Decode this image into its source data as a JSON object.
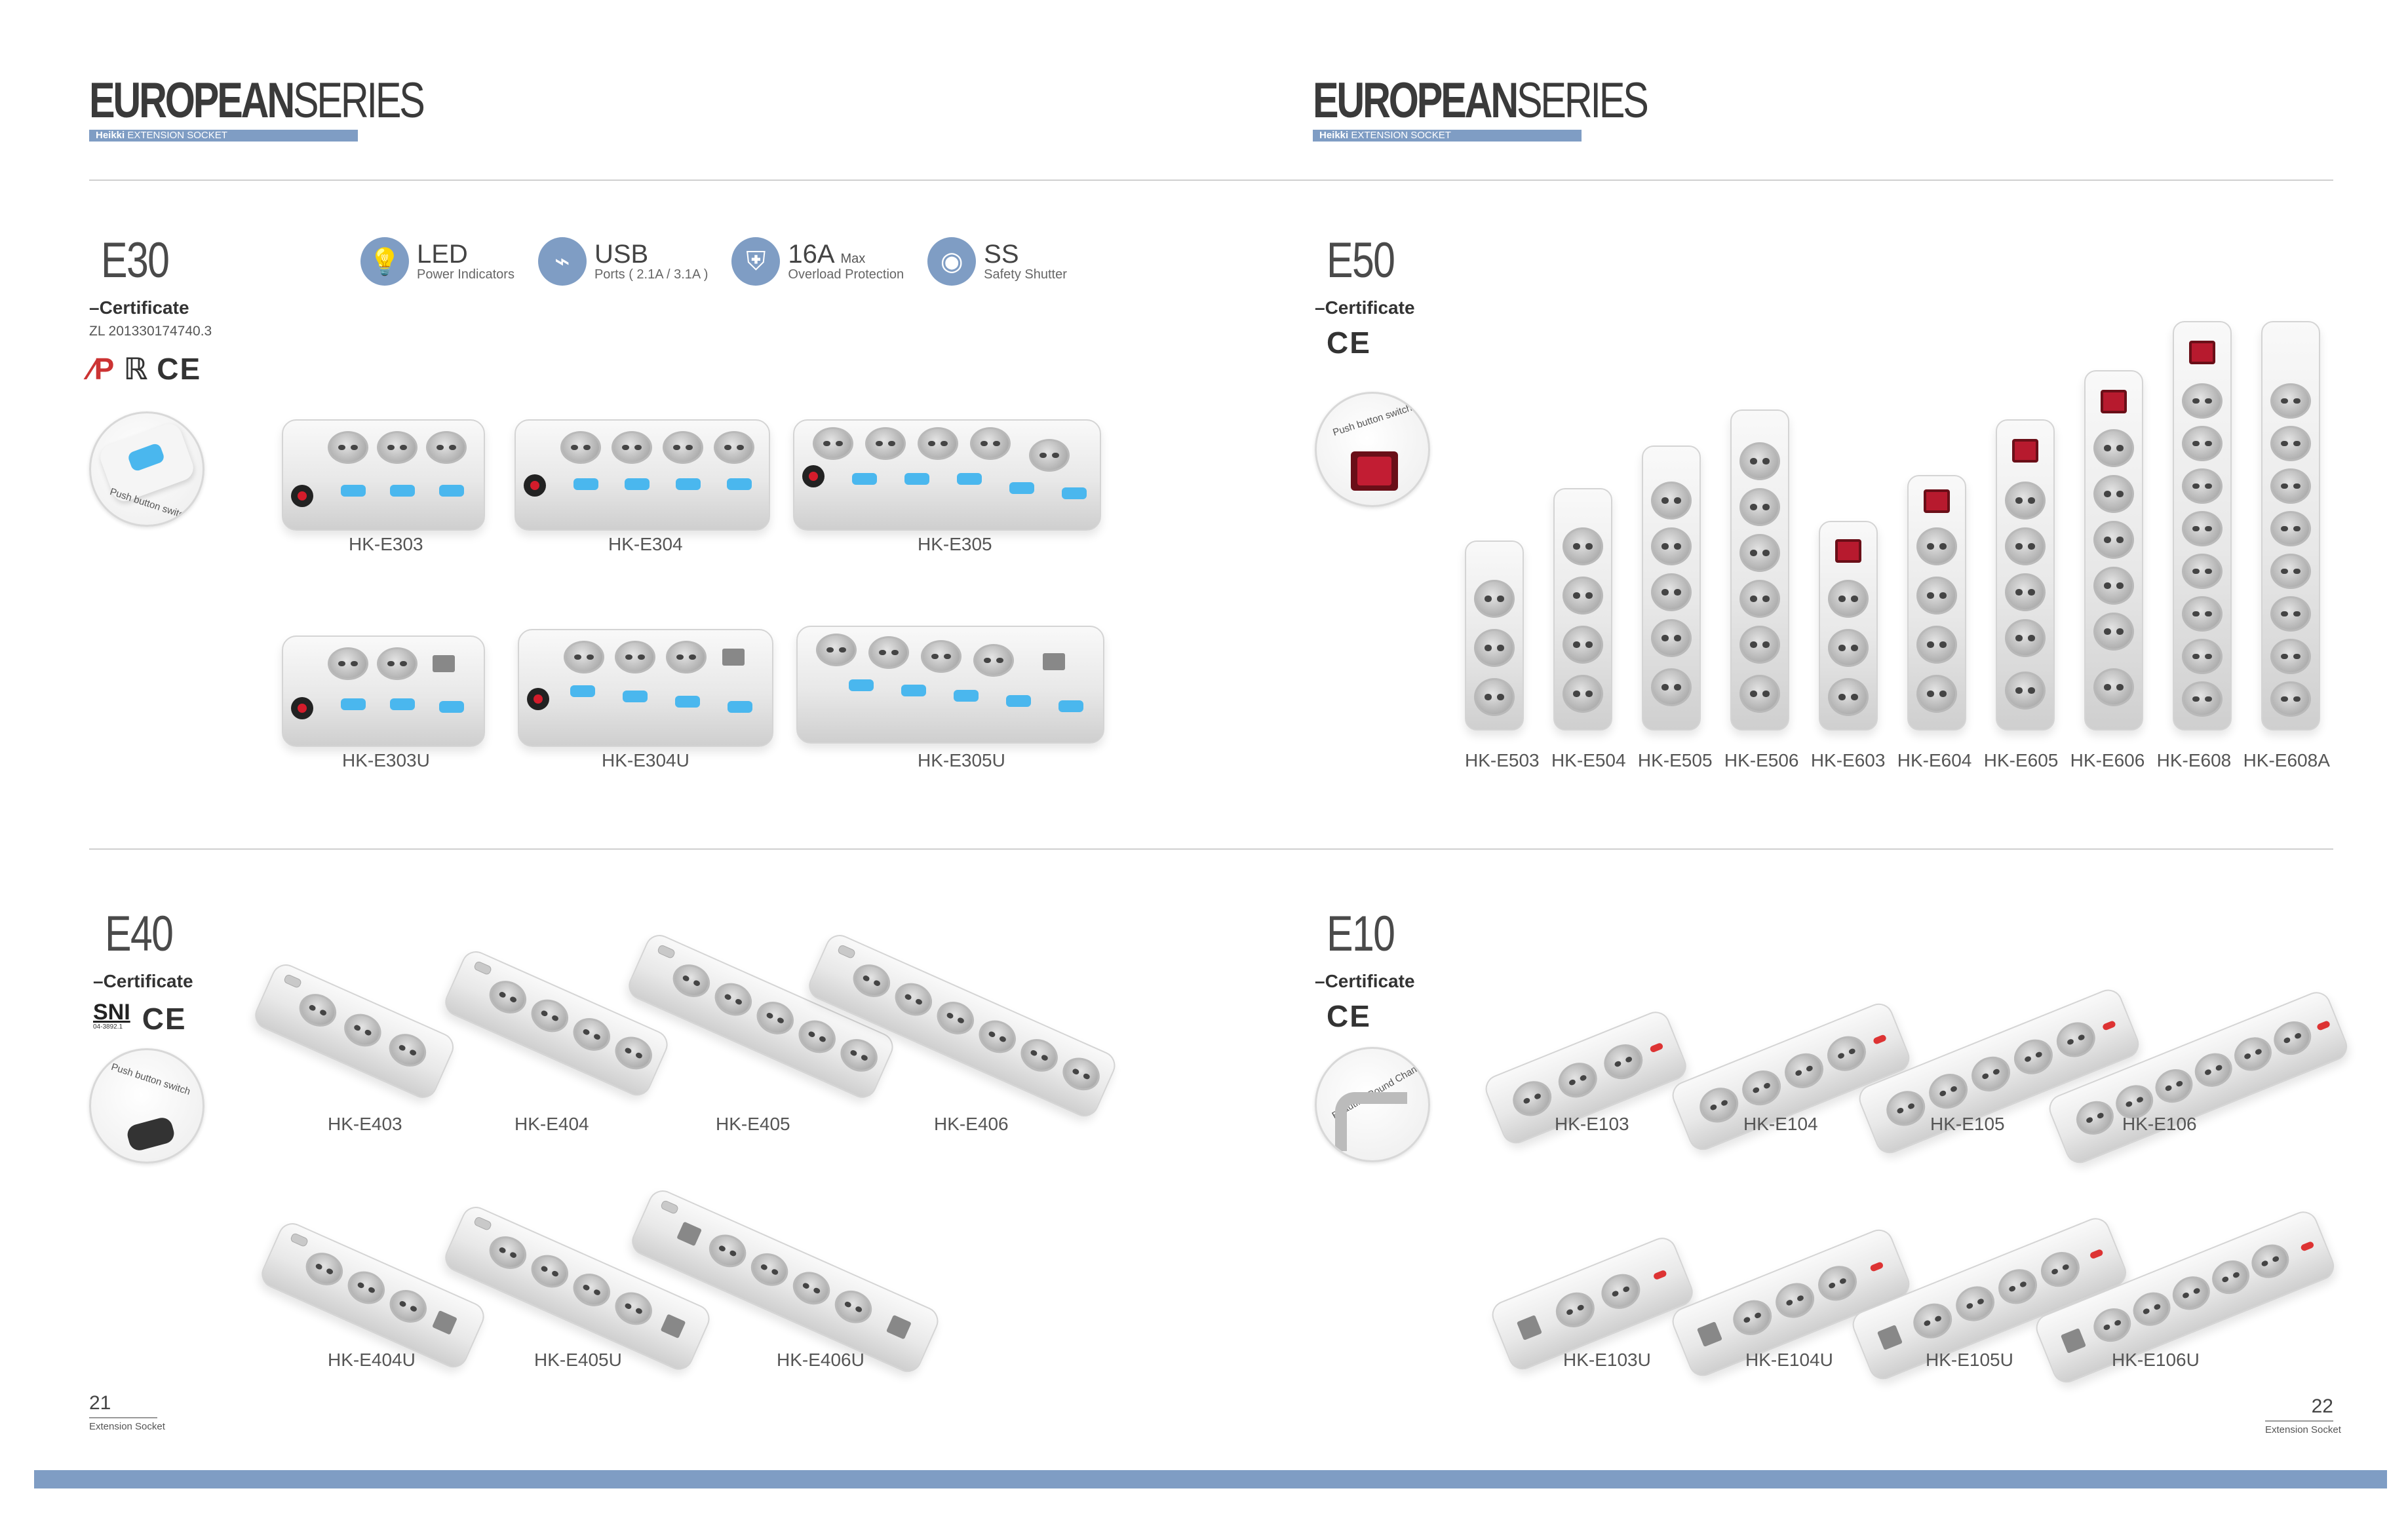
{
  "header": {
    "series_bold": "EUROPEAN",
    "series_light": "SERIES",
    "brand": "Heikki",
    "brand_tagline": "EXTENSION SOCKET"
  },
  "features": [
    {
      "icon": "bulb-icon",
      "title": "LED",
      "sub": "Power Indicators",
      "sup": ""
    },
    {
      "icon": "usb-icon",
      "title": "USB",
      "sub": "Ports ( 2.1A / 3.1A )",
      "sup": ""
    },
    {
      "icon": "shield-icon",
      "title": "16A",
      "sub": "Overload Protection",
      "sup": "Max"
    },
    {
      "icon": "shutter-icon",
      "title": "SS",
      "sub": "Safety Shutter",
      "sup": ""
    }
  ],
  "e30": {
    "code": "E30",
    "cert": "–Certificate",
    "patent": "ZL 201330174740.3",
    "marks": "CE",
    "detail": "Push button switch",
    "products": [
      {
        "name": "HK-E303"
      },
      {
        "name": "HK-E304"
      },
      {
        "name": "HK-E305"
      },
      {
        "name": "HK-E303U"
      },
      {
        "name": "HK-E304U"
      },
      {
        "name": "HK-E305U"
      }
    ]
  },
  "e50": {
    "code": "E50",
    "cert": "–Certificate",
    "marks": "CE",
    "detail": "Push button switch",
    "products": [
      {
        "name": "HK-E503"
      },
      {
        "name": "HK-E504"
      },
      {
        "name": "HK-E505"
      },
      {
        "name": "HK-E506"
      },
      {
        "name": "HK-E603"
      },
      {
        "name": "HK-E604"
      },
      {
        "name": "HK-E605"
      },
      {
        "name": "HK-E606"
      },
      {
        "name": "HK-E608"
      },
      {
        "name": "HK-E608A"
      }
    ]
  },
  "e40": {
    "code": "E40",
    "cert": "–Certificate",
    "sni": "SNI",
    "sni_code": "04-3892.1",
    "marks": "CE",
    "detail": "Push button switch",
    "products": [
      {
        "name": "HK-E403"
      },
      {
        "name": "HK-E404"
      },
      {
        "name": "HK-E405"
      },
      {
        "name": "HK-E406"
      },
      {
        "name": "HK-E404U"
      },
      {
        "name": "HK-E405U"
      },
      {
        "name": "HK-E406U"
      }
    ]
  },
  "e10": {
    "code": "E10",
    "cert": "–Certificate",
    "marks": "CE",
    "detail": "Beautiful Round Chamfer Design",
    "products": [
      {
        "name": "HK-E103"
      },
      {
        "name": "HK-E104"
      },
      {
        "name": "HK-E105"
      },
      {
        "name": "HK-E106"
      },
      {
        "name": "HK-E103U"
      },
      {
        "name": "HK-E104U"
      },
      {
        "name": "HK-E105U"
      },
      {
        "name": "HK-E106U"
      }
    ]
  },
  "footer": {
    "left_page": "21",
    "right_page": "22",
    "caption": "Extension Socket"
  },
  "colors": {
    "accent": "#7f9dc4",
    "led_blue": "#4ab7ee",
    "switch_red": "#b71a2e"
  }
}
